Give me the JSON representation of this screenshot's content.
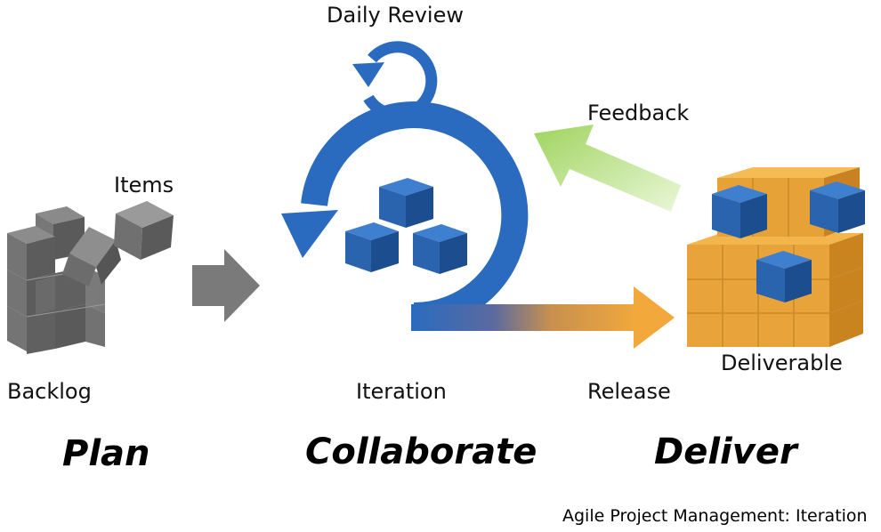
{
  "labels": {
    "daily_review": "Daily Review",
    "feedback": "Feedback",
    "items": "Items",
    "backlog": "Backlog",
    "iteration": "Iteration",
    "release": "Release",
    "deliverable": "Deliverable"
  },
  "phases": {
    "plan": "Plan",
    "collaborate": "Collaborate",
    "deliver": "Deliver"
  },
  "caption": "Agile Project Management: Iteration",
  "colors": {
    "cycle_blue": "#2a6bbf",
    "cube_blue": "#1f5aa5",
    "backlog_gray": "#6a6a6a",
    "arrow_gray": "#7a7a7a",
    "feedback_green": "#a6d86a",
    "release_orange": "#f2a83a",
    "deliverable_orange": "#eaa638"
  },
  "icons": [
    "backlog-cubes-icon",
    "items-cube-icon",
    "plan-arrow-icon",
    "daily-review-cycle-icon",
    "iteration-cycle-icon",
    "task-cubes-icon",
    "release-arrow-icon",
    "feedback-arrow-icon",
    "deliverable-cubes-icon"
  ]
}
